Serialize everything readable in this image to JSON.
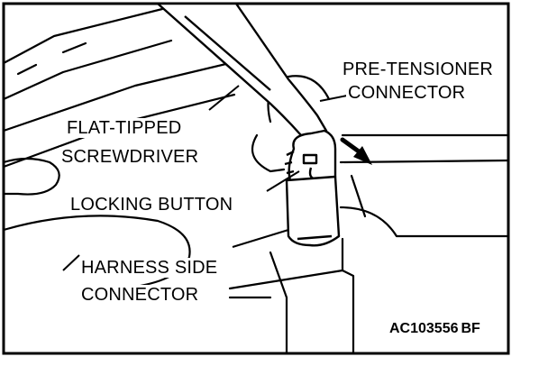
{
  "labels": {
    "pretensioner_line1": "PRE-TENSIONER",
    "pretensioner_line2": "CONNECTOR",
    "screwdriver_line1": "FLAT-TIPPED",
    "screwdriver_line2": "SCREWDRIVER",
    "locking_button": "LOCKING BUTTON",
    "harness_line1": "HARNESS SIDE",
    "harness_line2": "CONNECTOR"
  },
  "figure_code": "AC103556",
  "figure_suffix": "BF"
}
